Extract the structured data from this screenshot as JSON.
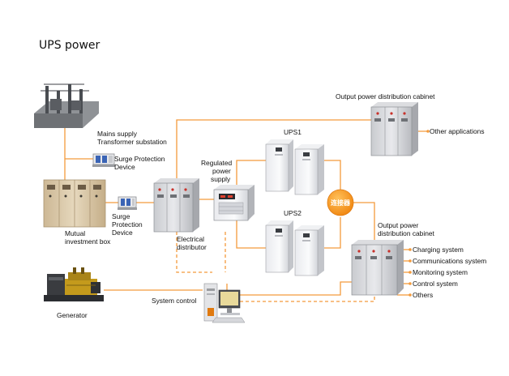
{
  "title": "UPS power",
  "colors": {
    "power_line": "#f39a3c",
    "bubble": "#f7931e",
    "text": "#111111"
  },
  "labels": {
    "mains_supply": "Mains supply",
    "transformer_substation": "Transformer substation",
    "surge_top_1": "Surge Protection",
    "surge_top_2": "Device",
    "surge_mid_1": "Surge",
    "surge_mid_2": "Protection",
    "surge_mid_3": "Device",
    "mutual_1": "Mutual",
    "mutual_2": "investment box",
    "generator": "Generator",
    "electrical_1": "Electrical",
    "electrical_2": "distributor",
    "regulated_1": "Regulated",
    "regulated_2": "power",
    "regulated_3": "supply",
    "ups1": "UPS1",
    "ups2": "UPS2",
    "contactor": "连接器",
    "system_control": "System control",
    "output_top": "Output power distribution cabinet",
    "other_applications": "Other applications",
    "output_right_1": "Output power",
    "output_right_2": "distribution cabinet"
  },
  "systems": [
    "Charging system",
    "Communications system",
    "Monitoring system",
    "Control system",
    "Others"
  ],
  "icons": {
    "transformer": "transformer-substation-icon",
    "surge": "surge-protector-icon",
    "cabinet": "distribution-cabinet-icon",
    "generator": "diesel-generator-icon",
    "ups": "ups-tower-icon",
    "regulator": "voltage-regulator-icon",
    "computer": "computer-workstation-icon"
  }
}
